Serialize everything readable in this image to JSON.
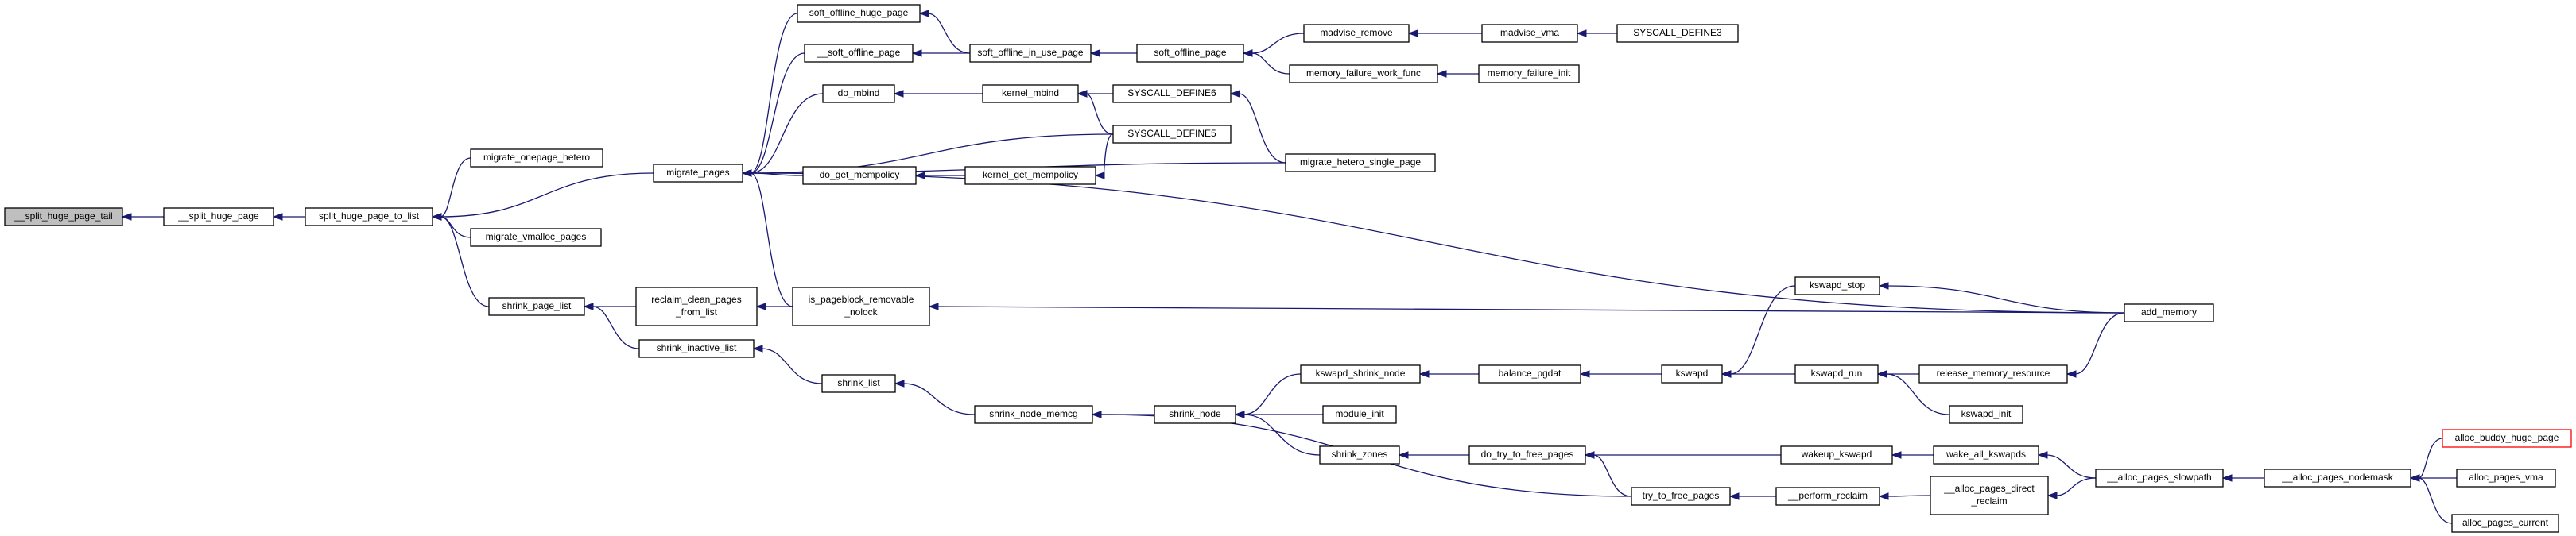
{
  "graph": {
    "nodes": [
      {
        "id": "n1",
        "label": "__split_huge_page_tail",
        "style": "root"
      },
      {
        "id": "n2",
        "label": "__split_huge_page"
      },
      {
        "id": "n3",
        "label": "split_huge_page_to_list"
      },
      {
        "id": "n4",
        "label": "migrate_onepage_hetero"
      },
      {
        "id": "n5",
        "label": "migrate_pages"
      },
      {
        "id": "n6",
        "label": "migrate_vmalloc_pages"
      },
      {
        "id": "n7",
        "label": "shrink_page_list"
      },
      {
        "id": "n8",
        "label": "reclaim_clean_pages\n_from_list"
      },
      {
        "id": "n9",
        "label": "is_pageblock_removable\n_nolock"
      },
      {
        "id": "n10",
        "label": "shrink_inactive_list"
      },
      {
        "id": "n11",
        "label": "shrink_list"
      },
      {
        "id": "n12",
        "label": "shrink_node_memcg"
      },
      {
        "id": "n13",
        "label": "soft_offline_huge_page"
      },
      {
        "id": "n14",
        "label": "__soft_offline_page"
      },
      {
        "id": "n15",
        "label": "do_mbind"
      },
      {
        "id": "n16",
        "label": "do_get_mempolicy"
      },
      {
        "id": "n17",
        "label": "soft_offline_in_use_page"
      },
      {
        "id": "n18",
        "label": "kernel_mbind"
      },
      {
        "id": "n19",
        "label": "kernel_get_mempolicy"
      },
      {
        "id": "n20",
        "label": "soft_offline_page"
      },
      {
        "id": "n21",
        "label": "SYSCALL_DEFINE6"
      },
      {
        "id": "n22",
        "label": "SYSCALL_DEFINE5"
      },
      {
        "id": "n23",
        "label": "madvise_remove"
      },
      {
        "id": "n24",
        "label": "memory_failure_work_func"
      },
      {
        "id": "n25",
        "label": "migrate_hetero_single_page"
      },
      {
        "id": "n26",
        "label": "madvise_vma"
      },
      {
        "id": "n27",
        "label": "memory_failure_init"
      },
      {
        "id": "n28",
        "label": "SYSCALL_DEFINE3"
      },
      {
        "id": "n29",
        "label": "add_memory"
      },
      {
        "id": "n30",
        "label": "shrink_node"
      },
      {
        "id": "n31",
        "label": "kswapd_shrink_node"
      },
      {
        "id": "n32",
        "label": "module_init"
      },
      {
        "id": "n33",
        "label": "shrink_zones"
      },
      {
        "id": "n34",
        "label": "balance_pgdat"
      },
      {
        "id": "n35",
        "label": "kswapd"
      },
      {
        "id": "n36",
        "label": "kswapd_stop"
      },
      {
        "id": "n37",
        "label": "kswapd_run"
      },
      {
        "id": "n38",
        "label": "kswapd_init"
      },
      {
        "id": "n39",
        "label": "release_memory_resource"
      },
      {
        "id": "n40",
        "label": "do_try_to_free_pages"
      },
      {
        "id": "n41",
        "label": "try_to_free_pages"
      },
      {
        "id": "n42",
        "label": "wakeup_kswapd"
      },
      {
        "id": "n43",
        "label": "wake_all_kswapds"
      },
      {
        "id": "n44",
        "label": "__perform_reclaim"
      },
      {
        "id": "n45",
        "label": "__alloc_pages_direct\n_reclaim"
      },
      {
        "id": "n46",
        "label": "__alloc_pages_slowpath"
      },
      {
        "id": "n47",
        "label": "__alloc_pages_nodemask"
      },
      {
        "id": "n48",
        "label": "alloc_buddy_huge_page",
        "style": "red"
      },
      {
        "id": "n49",
        "label": "alloc_pages_vma"
      },
      {
        "id": "n50",
        "label": "alloc_pages_current"
      }
    ],
    "edges": [
      [
        "n2",
        "n1"
      ],
      [
        "n3",
        "n2"
      ],
      [
        "n4",
        "n3"
      ],
      [
        "n5",
        "n3"
      ],
      [
        "n6",
        "n3"
      ],
      [
        "n7",
        "n3"
      ],
      [
        "n8",
        "n7"
      ],
      [
        "n10",
        "n7"
      ],
      [
        "n9",
        "n8"
      ],
      [
        "n11",
        "n10"
      ],
      [
        "n12",
        "n11"
      ],
      [
        "n13",
        "n5"
      ],
      [
        "n14",
        "n5"
      ],
      [
        "n15",
        "n5"
      ],
      [
        "n22",
        "n5"
      ],
      [
        "n16",
        "n5"
      ],
      [
        "n25",
        "n5"
      ],
      [
        "n9",
        "n5"
      ],
      [
        "n29",
        "n5"
      ],
      [
        "n17",
        "n13"
      ],
      [
        "n17",
        "n14"
      ],
      [
        "n18",
        "n15"
      ],
      [
        "n19",
        "n16"
      ],
      [
        "n20",
        "n17"
      ],
      [
        "n21",
        "n18"
      ],
      [
        "n22",
        "n18"
      ],
      [
        "n22",
        "n19"
      ],
      [
        "n23",
        "n20"
      ],
      [
        "n24",
        "n20"
      ],
      [
        "n26",
        "n23"
      ],
      [
        "n28",
        "n26"
      ],
      [
        "n27",
        "n24"
      ],
      [
        "n25",
        "n21"
      ],
      [
        "n29",
        "n9"
      ],
      [
        "n30",
        "n12"
      ],
      [
        "n41",
        "n12"
      ],
      [
        "n31",
        "n30"
      ],
      [
        "n32",
        "n30"
      ],
      [
        "n33",
        "n30"
      ],
      [
        "n34",
        "n31"
      ],
      [
        "n35",
        "n34"
      ],
      [
        "n36",
        "n35"
      ],
      [
        "n37",
        "n35"
      ],
      [
        "n29",
        "n36"
      ],
      [
        "n39",
        "n37"
      ],
      [
        "n38",
        "n37"
      ],
      [
        "n29",
        "n39"
      ],
      [
        "n40",
        "n33"
      ],
      [
        "n42",
        "n40"
      ],
      [
        "n41",
        "n40"
      ],
      [
        "n43",
        "n42"
      ],
      [
        "n44",
        "n41"
      ],
      [
        "n45",
        "n44"
      ],
      [
        "n46",
        "n43"
      ],
      [
        "n46",
        "n45"
      ],
      [
        "n47",
        "n46"
      ],
      [
        "n48",
        "n47"
      ],
      [
        "n49",
        "n47"
      ],
      [
        "n50",
        "n47"
      ]
    ]
  },
  "colors": {
    "edge": "#191970",
    "node_border": "#000000",
    "root_fill": "#bfbfbf",
    "highlight_border": "#ff0000"
  }
}
